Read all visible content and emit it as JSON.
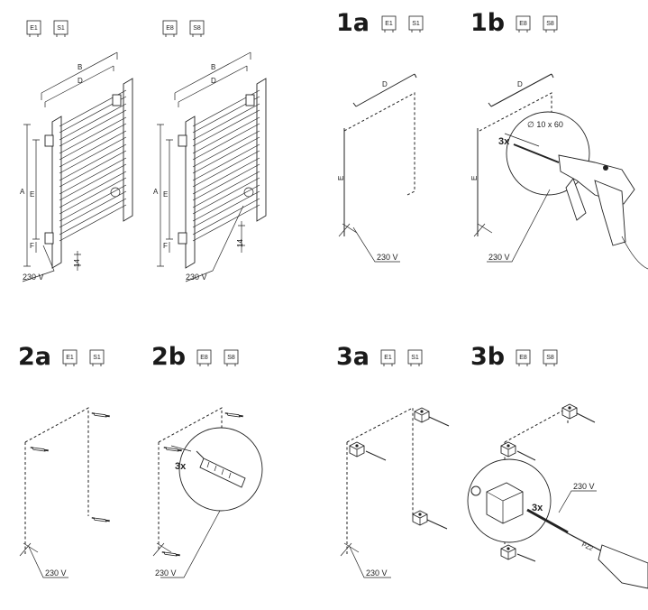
{
  "steps": [
    {
      "id": "1a",
      "label": "1a",
      "badges": [
        "E1",
        "S1"
      ]
    },
    {
      "id": "1b",
      "label": "1b",
      "badges": [
        "E8",
        "S8"
      ]
    },
    {
      "id": "2a",
      "label": "2a",
      "badges": [
        "E1",
        "S1"
      ]
    },
    {
      "id": "2b",
      "label": "2b",
      "badges": [
        "E8",
        "S8"
      ]
    },
    {
      "id": "3a",
      "label": "3a",
      "badges": [
        "E1",
        "S1"
      ]
    },
    {
      "id": "3b",
      "label": "3b",
      "badges": [
        "E8",
        "S8"
      ]
    }
  ],
  "overview": {
    "left_badges": [
      "E1",
      "S1"
    ],
    "right_badges": [
      "E8",
      "S8"
    ],
    "dim_labels": {
      "b": "B",
      "d": "D",
      "a": "A",
      "e": "E",
      "f": "F",
      "gap": "14"
    }
  },
  "voltage": "230 V",
  "drill_spec": "∅ 10 x 60",
  "quantity": "3x",
  "screw_note": "PZ2"
}
